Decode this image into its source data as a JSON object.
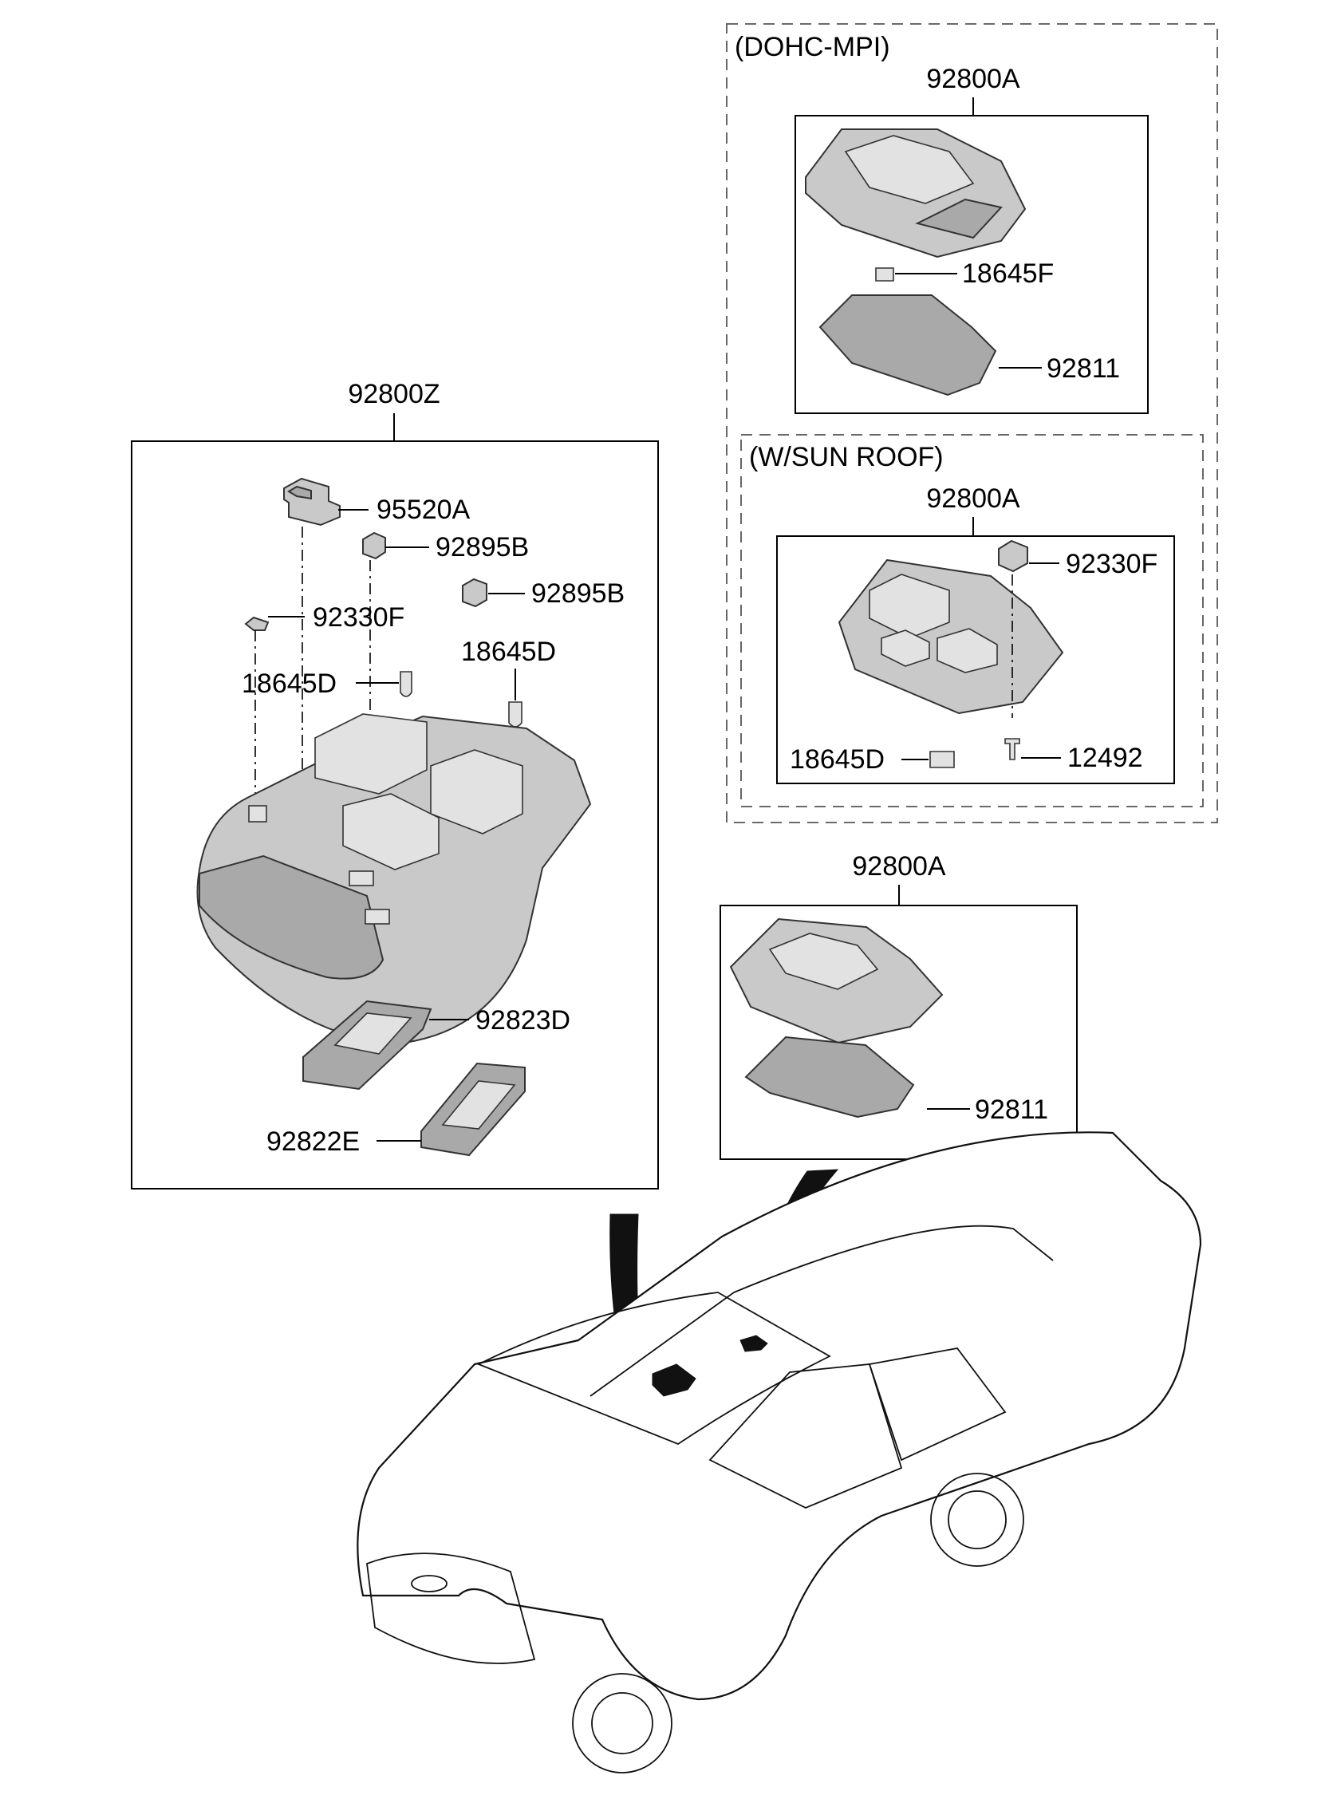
{
  "groups": {
    "main": {
      "assembly": "92800Z"
    },
    "dohc": {
      "condition": "(DOHC-MPI)",
      "assembly": "92800A"
    },
    "sunroof": {
      "condition": "(W/SUN ROOF)",
      "assembly": "92800A"
    },
    "standard": {
      "assembly": "92800A"
    }
  },
  "labels": {
    "main_95520A": "95520A",
    "main_92895B_a": "92895B",
    "main_92895B_b": "92895B",
    "main_92330F": "92330F",
    "main_18645D_a": "18645D",
    "main_18645D_b": "18645D",
    "main_92823D": "92823D",
    "main_92822E": "92822E",
    "dohc_18645F": "18645F",
    "dohc_92811": "92811",
    "sunroof_92330F": "92330F",
    "sunroof_18645D": "18645D",
    "sunroof_12492": "12492",
    "standard_92811": "92811"
  }
}
